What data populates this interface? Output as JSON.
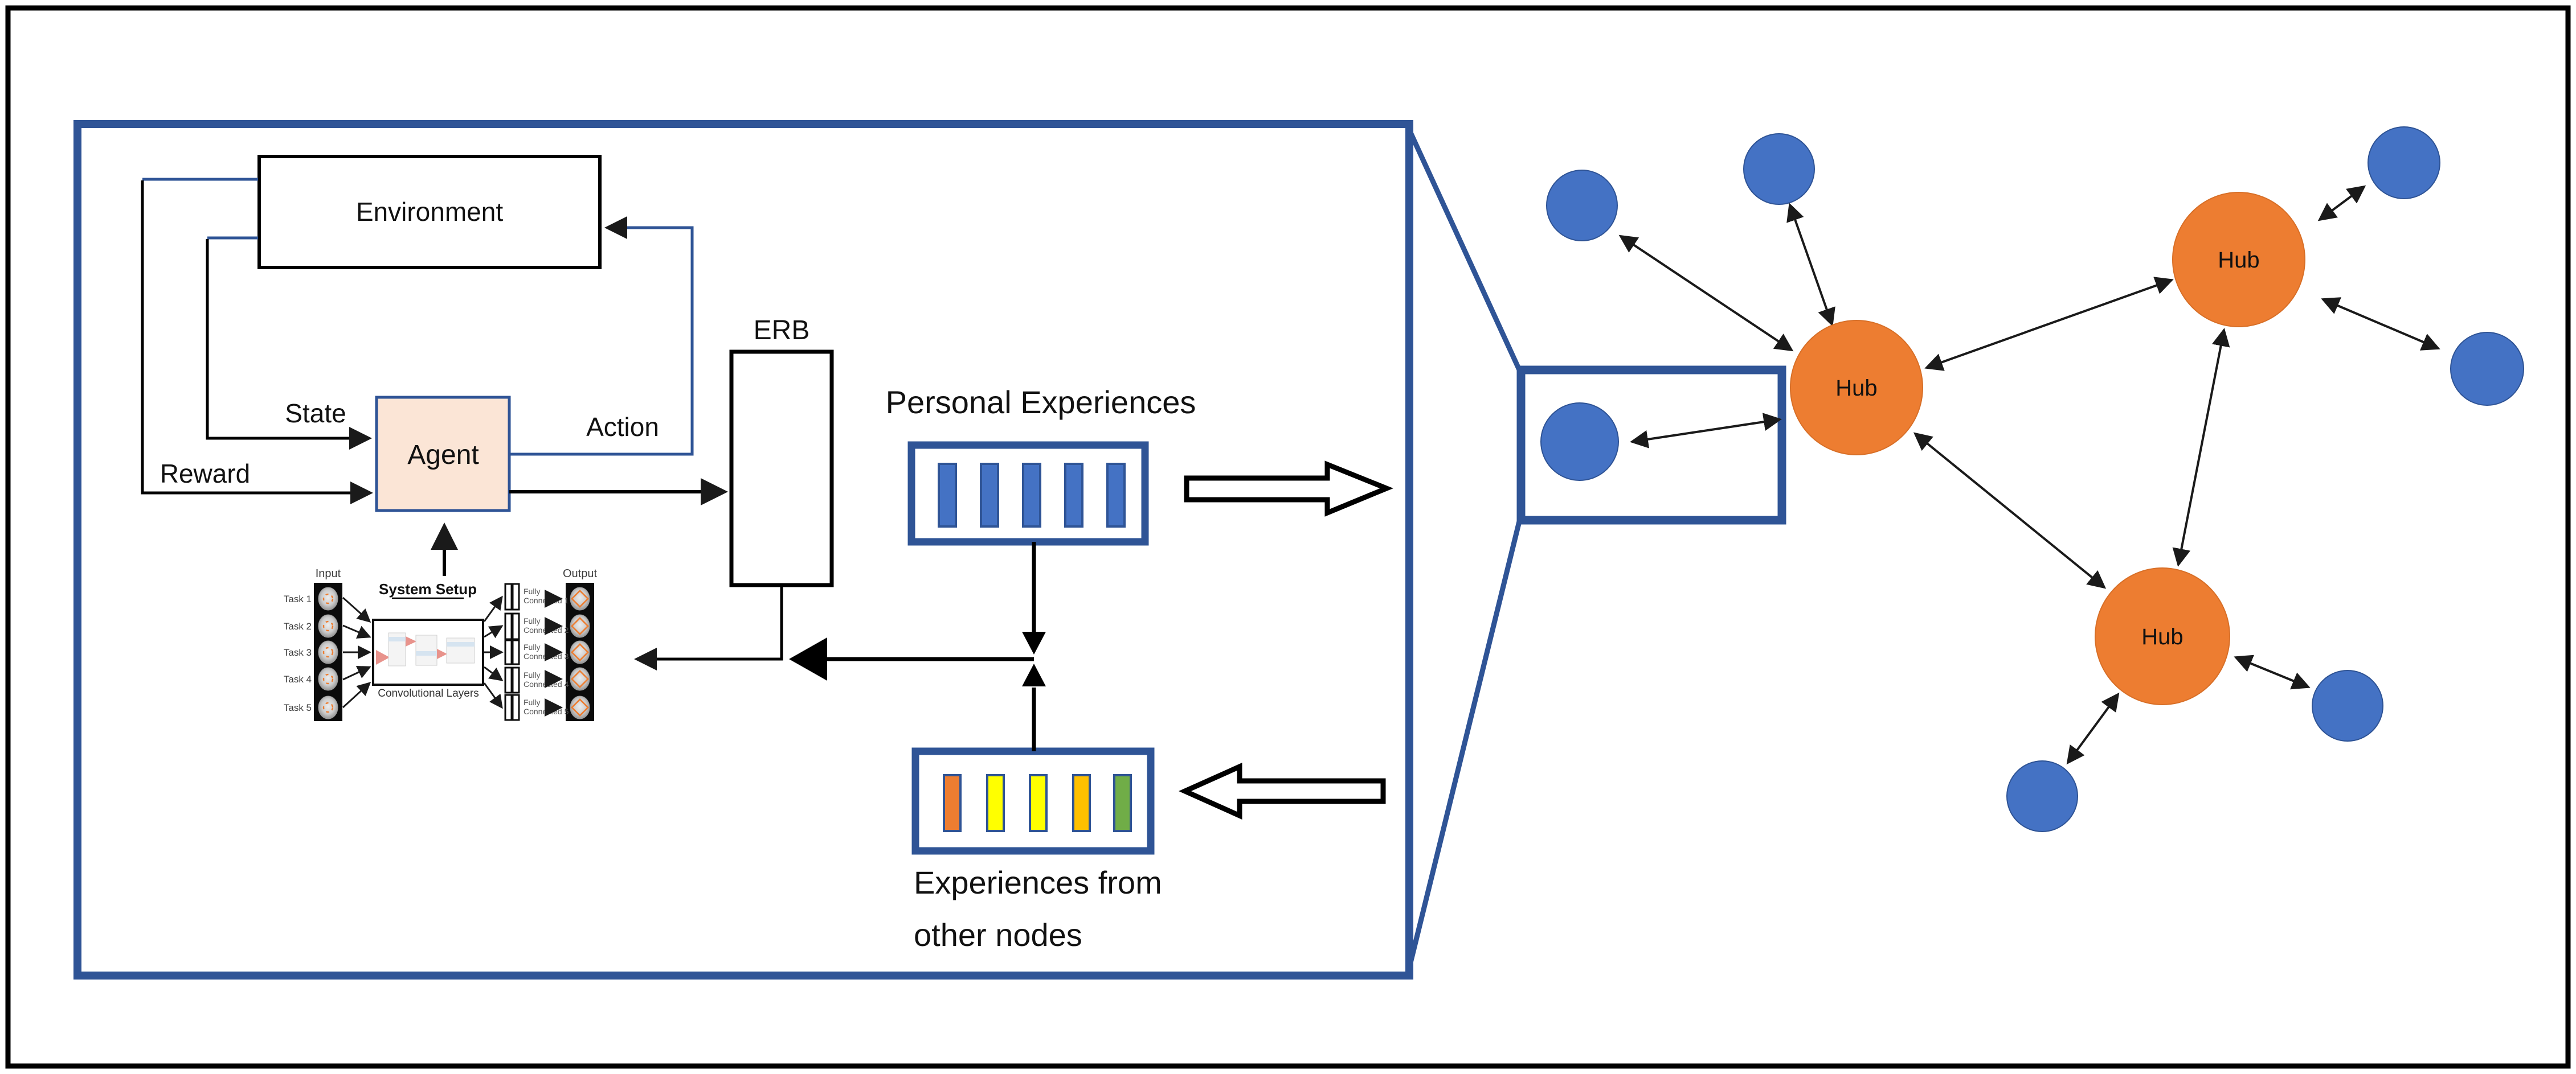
{
  "panel": {
    "environment_label": "Environment",
    "state_label": "State",
    "action_label": "Action",
    "reward_label": "Reward",
    "agent_label": "Agent",
    "erb_label": "ERB",
    "personal_experiences_label": "Personal Experiences",
    "other_experiences_line1": "Experiences from",
    "other_experiences_line2": "other nodes"
  },
  "system_setup": {
    "title": "System Setup",
    "input_label": "Input",
    "output_label": "Output",
    "conv_label": "Convolutional Layers",
    "tasks": [
      "Task 1",
      "Task 2",
      "Task 3",
      "Task 4",
      "Task 5"
    ],
    "fully_connected": [
      {
        "line1": "Fully",
        "line2": "Connected 1"
      },
      {
        "line1": "Fully",
        "line2": "Connected 2"
      },
      {
        "line1": "Fully",
        "line2": "Connected 3"
      },
      {
        "line1": "Fully",
        "line2": "Connected 4"
      },
      {
        "line1": "Fully",
        "line2": "Connected 5"
      }
    ]
  },
  "network": {
    "hub_labels": [
      "Hub",
      "Hub",
      "Hub"
    ]
  },
  "colors": {
    "node_blue": "#4472C4",
    "hub_orange": "#ED7D31",
    "dark_blue": "#2F5496",
    "agent_fill": "#FBE5D6",
    "agent_text": "#5A2D0C",
    "pe_bar": "#4472C4",
    "eon_bars": [
      "#ED7D31",
      "#FFFF00",
      "#FFFF00",
      "#FFC000",
      "#70AD47"
    ]
  }
}
